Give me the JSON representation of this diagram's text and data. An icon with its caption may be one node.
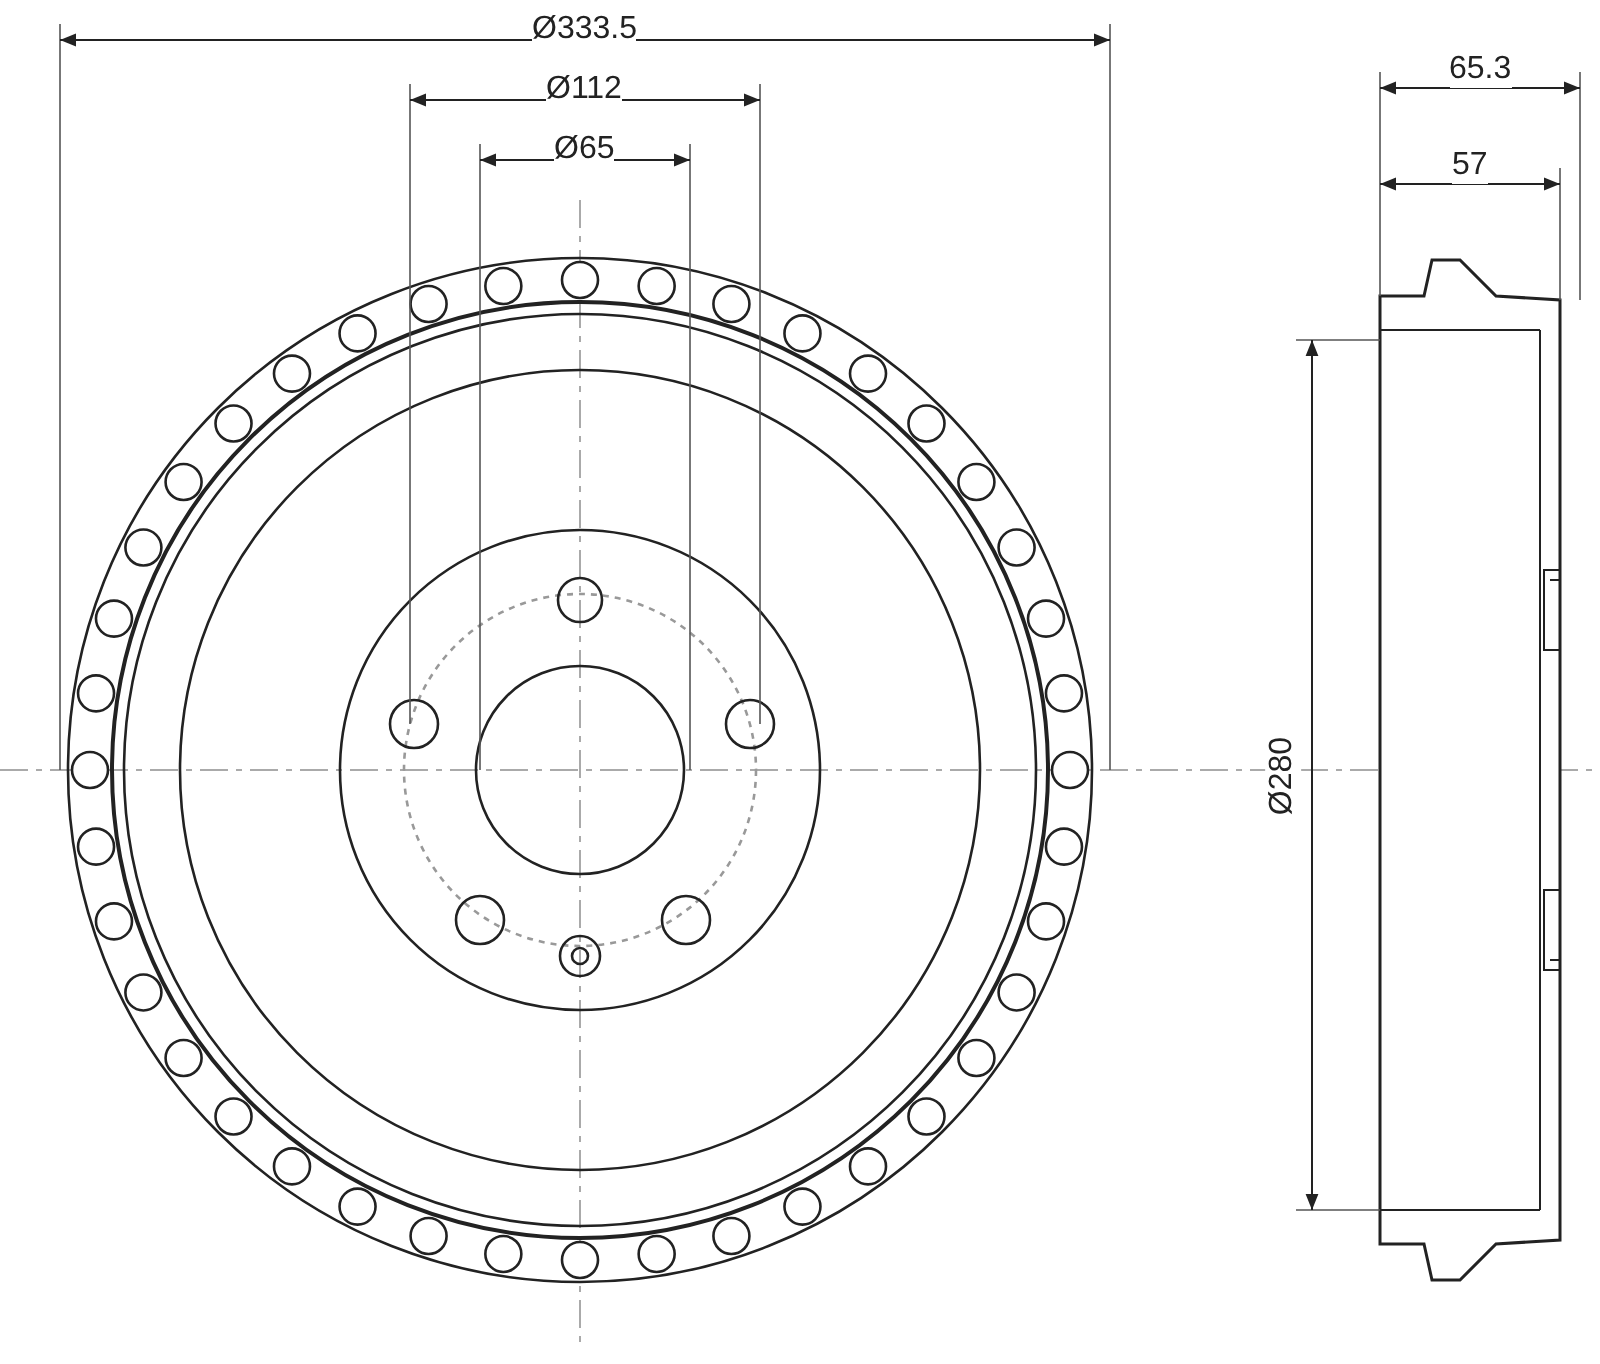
{
  "diagram": {
    "labels": [
      "Ø333.5",
      "Ø112",
      "Ø65",
      "65.3",
      "57",
      "Ø280"
    ]
  }
}
